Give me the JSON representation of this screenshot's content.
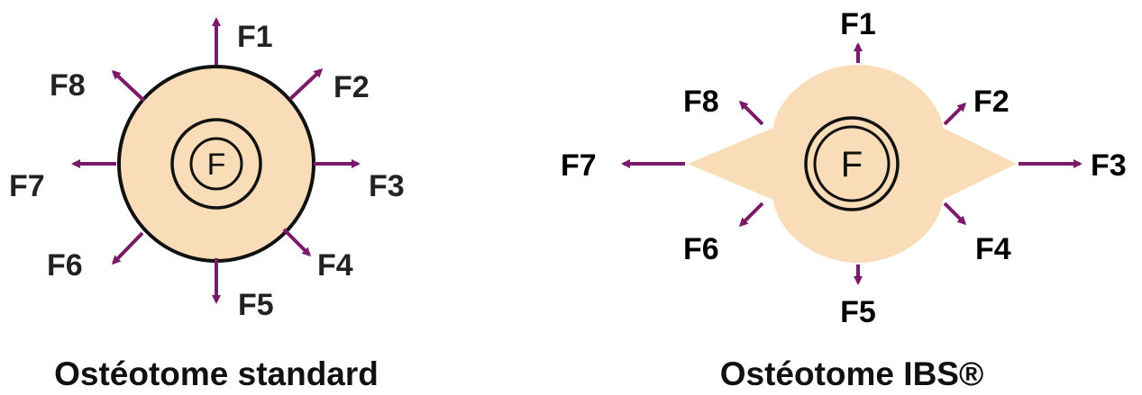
{
  "colors": {
    "shape_fill": "#f9dcb8",
    "outline": "#111111",
    "arrow": "#7b1a6b",
    "label_left": "#222222",
    "label_right": "#000000"
  },
  "diagrams": [
    {
      "id": "standard",
      "title": "Ostéotome standard",
      "center_label": "F",
      "forces": [
        "F1",
        "F2",
        "F3",
        "F4",
        "F5",
        "F6",
        "F7",
        "F8"
      ]
    },
    {
      "id": "ibs",
      "title": "Ostéotome IBS®",
      "center_label": "F",
      "forces": [
        "F1",
        "F2",
        "F3",
        "F4",
        "F5",
        "F6",
        "F7",
        "F8"
      ]
    }
  ]
}
